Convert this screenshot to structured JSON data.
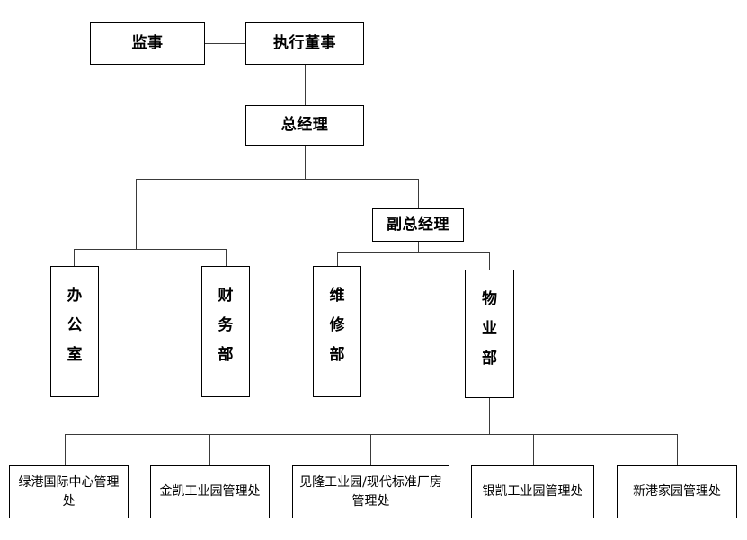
{
  "chart_title": "",
  "diagram": {
    "type": "org-chart",
    "orientation": "top-down",
    "background_color": "#ffffff",
    "line_color": "#3a3a3a",
    "box_border_color": "#000000",
    "text_color": "#000000",
    "nodes": {
      "supervisor": {
        "label": "监事",
        "level": 0
      },
      "executive_director": {
        "label": "执行董事",
        "level": 0
      },
      "general_manager": {
        "label": "总经理",
        "level": 1
      },
      "deputy_general_manager": {
        "label": "副总经理",
        "level": 2
      },
      "office": {
        "label": "办公室",
        "level": 3
      },
      "finance_dept": {
        "label": "财务部",
        "level": 3
      },
      "maintenance_dept": {
        "label": "维修部",
        "level": 3
      },
      "property_dept": {
        "label": "物业部",
        "level": 3
      },
      "site_1": {
        "label": "绿港国际中心管理处",
        "level": 4
      },
      "site_2": {
        "label": "金凯工业园管理处",
        "level": 4
      },
      "site_3": {
        "label": "见隆工业园/现代标准厂房管理处",
        "level": 4
      },
      "site_4": {
        "label": "银凯工业园管理处",
        "level": 4
      },
      "site_5": {
        "label": "新港家园管理处",
        "level": 4
      }
    },
    "edges": [
      {
        "from": "supervisor",
        "to": "executive_director"
      },
      {
        "from": "executive_director",
        "to": "general_manager"
      },
      {
        "from": "general_manager",
        "to": "office"
      },
      {
        "from": "general_manager",
        "to": "finance_dept"
      },
      {
        "from": "general_manager",
        "to": "deputy_general_manager"
      },
      {
        "from": "deputy_general_manager",
        "to": "maintenance_dept"
      },
      {
        "from": "deputy_general_manager",
        "to": "property_dept"
      },
      {
        "from": "property_dept",
        "to": "site_1"
      },
      {
        "from": "property_dept",
        "to": "site_2"
      },
      {
        "from": "property_dept",
        "to": "site_3"
      },
      {
        "from": "property_dept",
        "to": "site_4"
      },
      {
        "from": "property_dept",
        "to": "site_5"
      }
    ]
  }
}
